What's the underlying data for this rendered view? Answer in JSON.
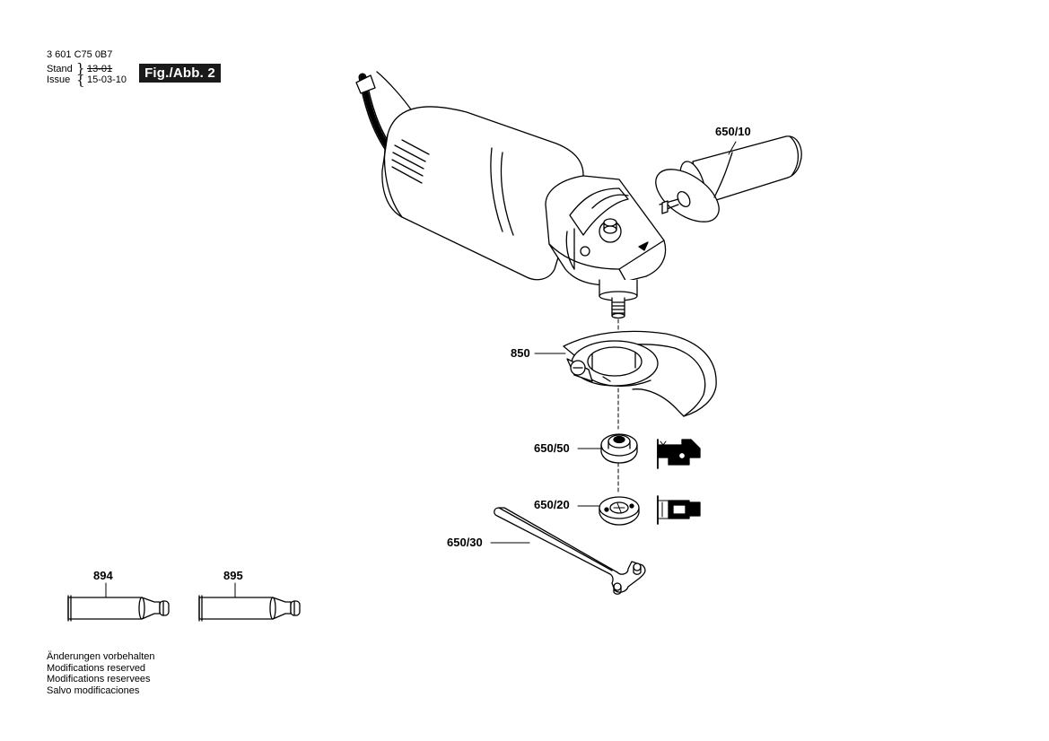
{
  "header": {
    "part_number": "3 601 C75 0B7",
    "stand_label": "Stand",
    "stand_value": "13-01",
    "issue_label": "Issue",
    "issue_value": "15-03-10",
    "figure_label": "Fig./Abb. 2"
  },
  "parts": {
    "p650_10": "650/10",
    "p850": "850",
    "p650_50": "650/50",
    "p650_20": "650/20",
    "p650_30": "650/30",
    "p894": "894",
    "p895": "895"
  },
  "footer": {
    "line1": "Änderungen vorbehalten",
    "line2": "Modifications reserved",
    "line3": "Modifications reservees",
    "line4": "Salvo modificaciones"
  }
}
